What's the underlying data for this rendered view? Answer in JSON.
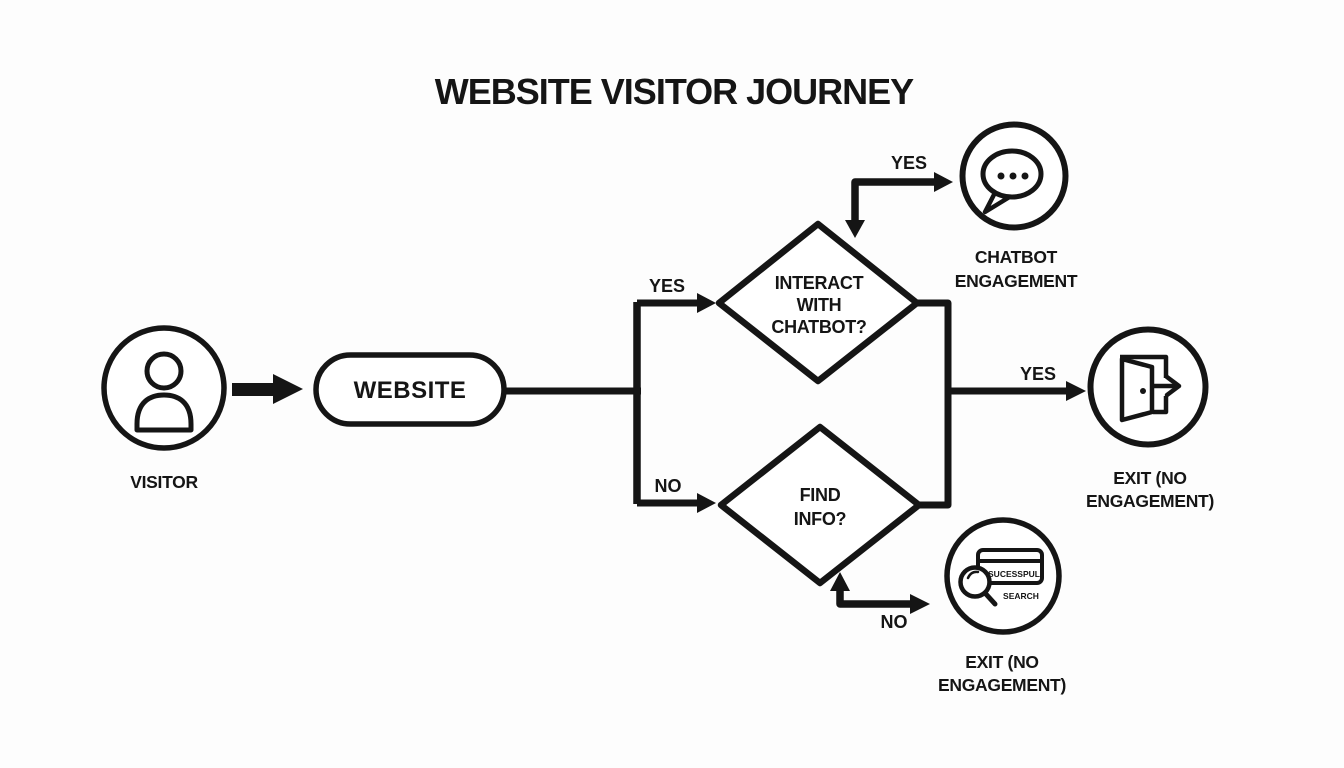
{
  "title": "WEBSITE VISITOR JOURNEY",
  "nodes": {
    "visitor": {
      "label": "VISITOR",
      "icon": "person-icon"
    },
    "website": {
      "label": "WEBSITE"
    },
    "interact_chatbot": {
      "lines": [
        "INTERACT",
        "WITH",
        "CHATBOT?"
      ]
    },
    "find_info": {
      "lines": [
        "FIND",
        "INFO?"
      ]
    },
    "chatbot_engagement": {
      "lines": [
        "CHATBOT",
        "ENGAGEMENT"
      ],
      "icon": "chat-bubble-icon"
    },
    "exit_no_engagement": {
      "lines": [
        "EXIT (NO",
        "ENGAGEMENT)"
      ],
      "icon": "exit-door-icon"
    },
    "exit_successful_search": {
      "lines": [
        "EXIT (NO",
        "ENGAGEMENT)"
      ],
      "icon": "search-card-icon",
      "icon_text": [
        "SUCESSPUL",
        "SEARCH"
      ]
    }
  },
  "edge_labels": {
    "branch_to_chatbot": "YES",
    "branch_to_find_info": "NO",
    "chatbot_decision_yes": "YES",
    "exit_yes": "YES",
    "find_info_no": "NO"
  },
  "colors": {
    "ink": "#151515",
    "background": "#fdfdfd"
  }
}
